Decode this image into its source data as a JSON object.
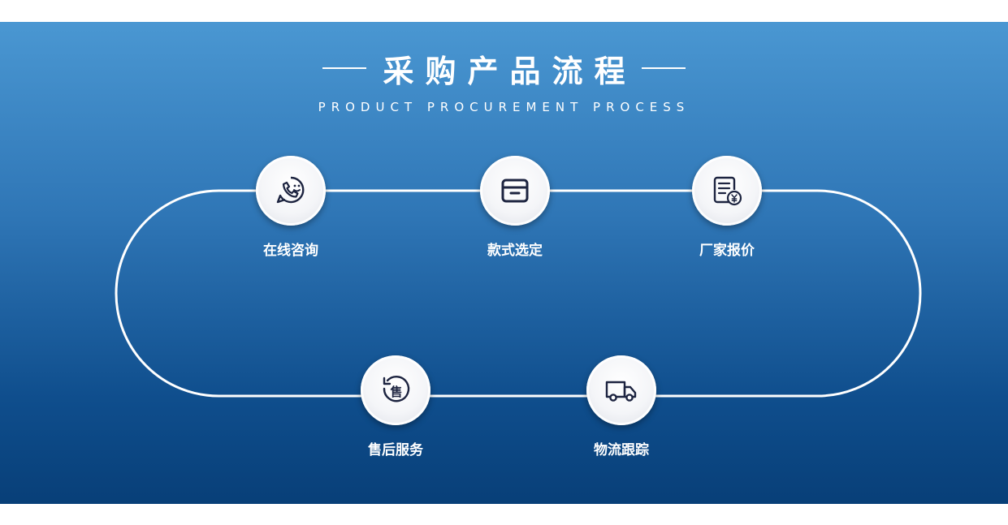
{
  "header": {
    "title": "采购产品流程",
    "subtitle": "PRODUCT PROCUREMENT PROCESS"
  },
  "steps": [
    {
      "label": "在线咨询",
      "icon": "phone-chat-icon"
    },
    {
      "label": "款式选定",
      "icon": "box-icon"
    },
    {
      "label": "厂家报价",
      "icon": "quote-document-icon"
    },
    {
      "label": "售后服务",
      "icon": "after-sales-icon"
    },
    {
      "label": "物流跟踪",
      "icon": "truck-icon"
    }
  ],
  "colors": {
    "gradient_top": "#4a97d2",
    "gradient_bottom": "#083f78",
    "icon_stroke": "#1d2440",
    "text": "#ffffff"
  }
}
